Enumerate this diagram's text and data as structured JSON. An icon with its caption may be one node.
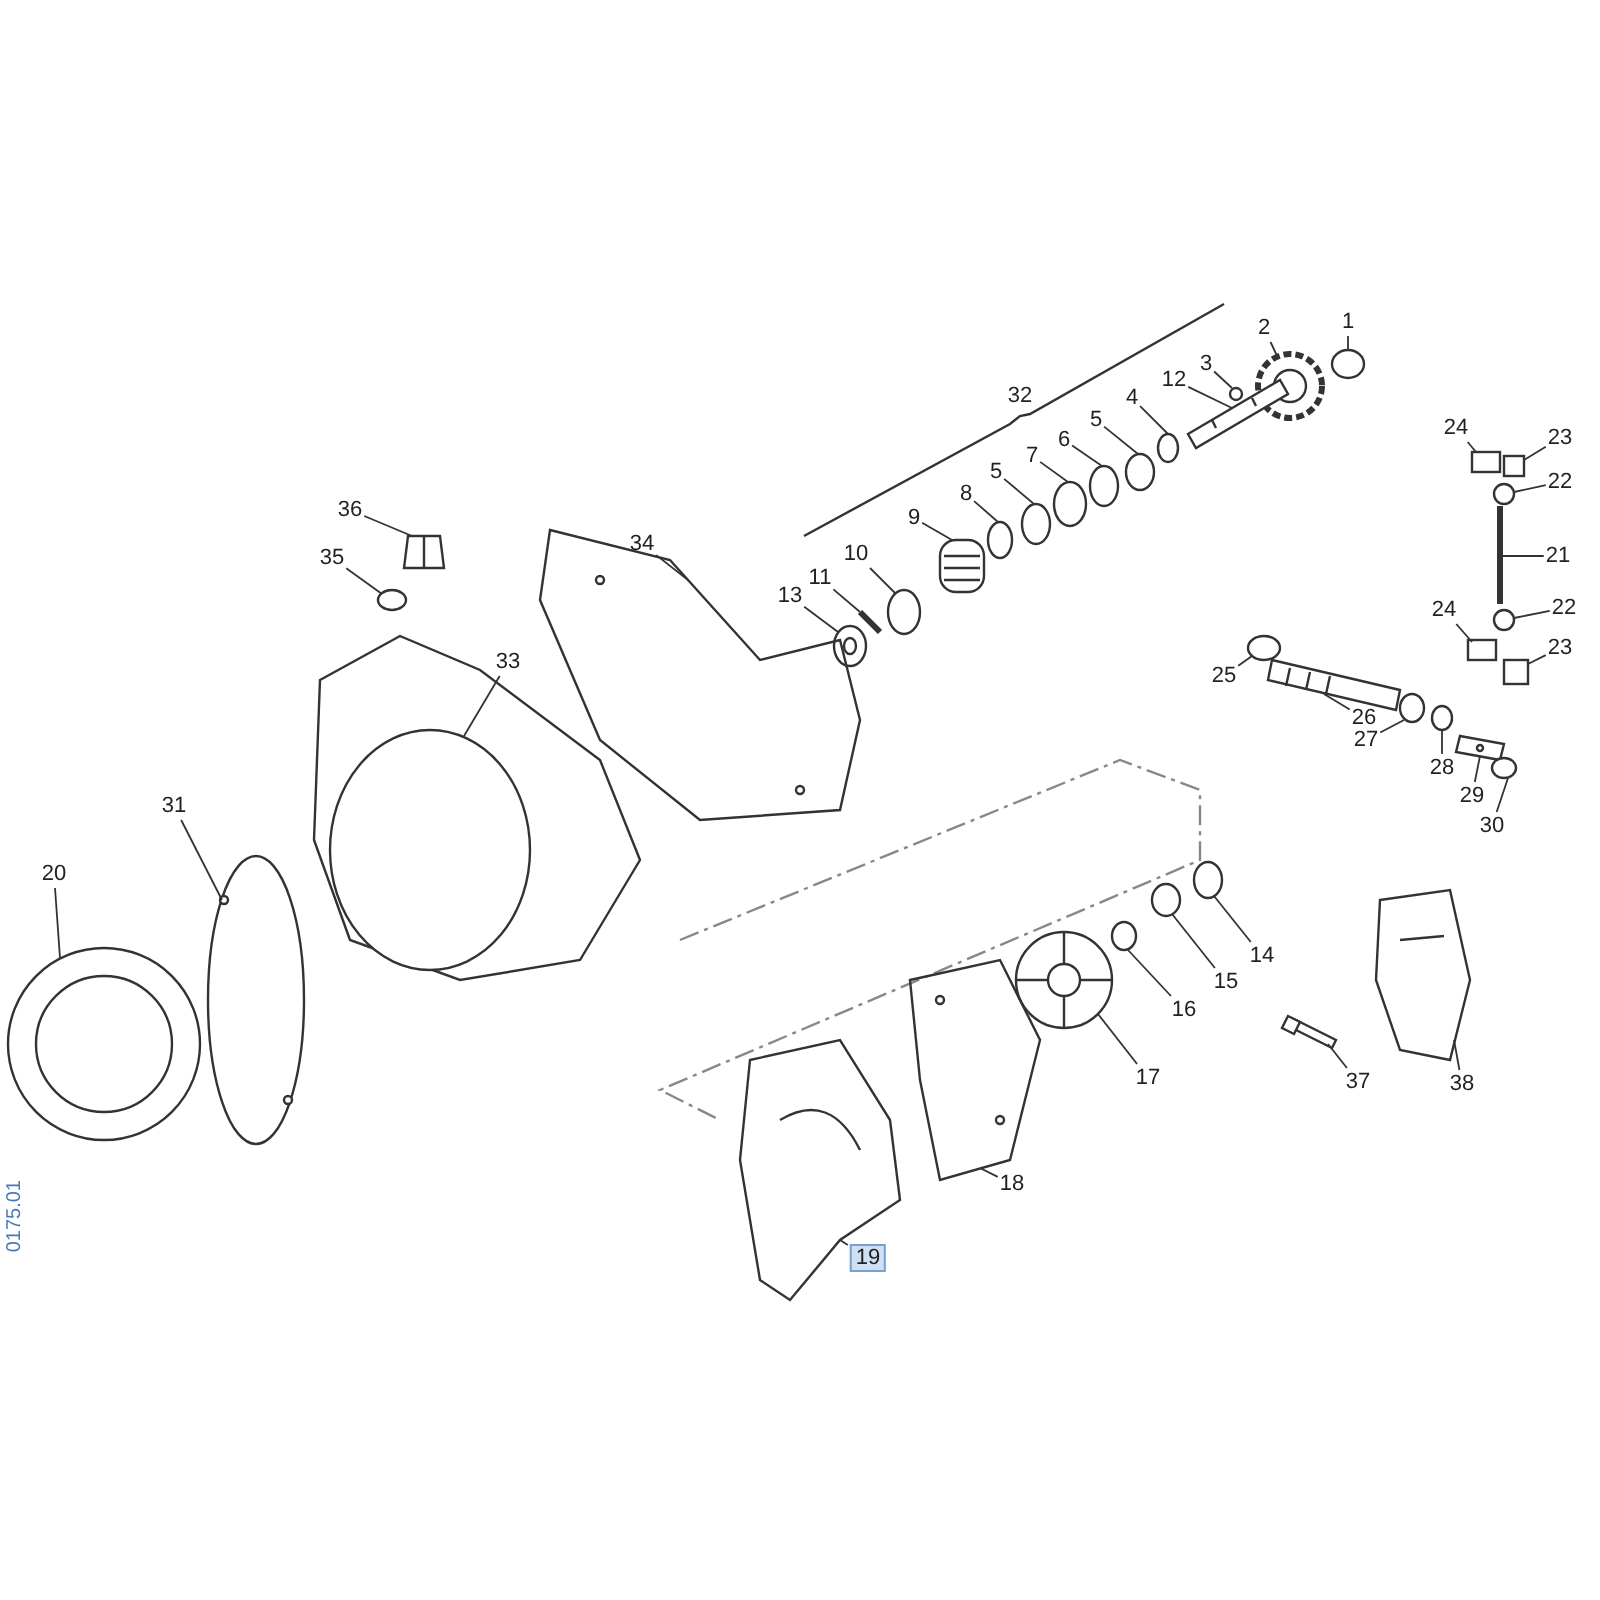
{
  "diagram": {
    "nodes": [
      {
        "text": [
          "1"
        ]
      },
      {
        "text": [
          "2"
        ]
      },
      {
        "text": [
          "3"
        ]
      },
      {
        "text": [
          "12"
        ]
      },
      {
        "text": [
          "4"
        ]
      },
      {
        "text": [
          "5"
        ]
      },
      {
        "text": [
          "6"
        ]
      },
      {
        "text": [
          "7"
        ]
      },
      {
        "text": [
          "5"
        ]
      },
      {
        "text": [
          "8"
        ]
      },
      {
        "text": [
          "9"
        ]
      },
      {
        "text": [
          "10"
        ]
      },
      {
        "text": [
          "11"
        ]
      },
      {
        "text": [
          "13"
        ]
      },
      {
        "text": [
          "24"
        ]
      },
      {
        "text": [
          "23"
        ]
      },
      {
        "text": [
          "22"
        ]
      },
      {
        "text": [
          "21"
        ]
      },
      {
        "text": [
          "36"
        ]
      },
      {
        "text": [
          "34"
        ]
      },
      {
        "text": [
          "35"
        ]
      },
      {
        "text": [
          "22"
        ]
      },
      {
        "text": [
          "24"
        ]
      },
      {
        "text": [
          "23"
        ]
      },
      {
        "text": [
          "33"
        ]
      },
      {
        "text": [
          "25"
        ]
      },
      {
        "text": [
          "26"
        ]
      },
      {
        "text": [
          "27"
        ]
      },
      {
        "text": [
          "28"
        ]
      },
      {
        "text": [
          "29"
        ]
      },
      {
        "text": [
          "31"
        ]
      },
      {
        "text": [
          "30"
        ]
      },
      {
        "text": [
          "20"
        ]
      },
      {
        "text": [
          "14"
        ]
      },
      {
        "text": [
          "15"
        ]
      },
      {
        "text": [
          "16"
        ]
      },
      {
        "text": [
          "17"
        ]
      },
      {
        "text": [
          "37"
        ]
      },
      {
        "text": [
          "38"
        ]
      },
      {
        "text": [
          "18"
        ]
      },
      {
        "text": [
          "19"
        ]
      },
      {
        "text": [],
        "shape": "circle"
      },
      {
        "text": [],
        "shape": "picture"
      },
      {
        "text": [],
        "shape": "circle"
      },
      {
        "text": [],
        "shape": "picture"
      },
      {
        "text": [],
        "shape": "circle"
      },
      {
        "text": [],
        "shape": "circle"
      },
      {
        "text": [],
        "shape": "circle"
      },
      {
        "text": [],
        "shape": "circle"
      },
      {
        "text": [],
        "shape": "circle"
      },
      {
        "text": [],
        "shape": "circle"
      },
      {
        "text": [],
        "shape": "picture"
      },
      {
        "text": [],
        "shape": "circle"
      },
      {
        "text": [],
        "shape": "bar"
      },
      {
        "text": [],
        "shape": "picture"
      },
      {
        "text": [],
        "shape": "box"
      },
      {
        "text": [],
        "shape": "box"
      },
      {
        "text": [],
        "shape": "circle"
      },
      {
        "text": [],
        "shape": "bar"
      },
      {
        "text": [],
        "shape": "picture"
      },
      {
        "text": [],
        "shape": "picture"
      },
      {
        "text": [],
        "shape": "circle"
      },
      {
        "text": [],
        "shape": "circle"
      },
      {
        "text": [],
        "shape": "box"
      },
      {
        "text": [],
        "shape": "box"
      },
      {
        "text": [],
        "shape": "picture"
      },
      {
        "text": [],
        "shape": "circle"
      },
      {
        "text": [],
        "shape": "picture"
      },
      {
        "text": [],
        "shape": "circle"
      },
      {
        "text": [],
        "shape": "circle"
      },
      {
        "text": [],
        "shape": "picture"
      },
      {
        "text": [],
        "shape": "picture"
      },
      {
        "text": [],
        "shape": "circle"
      },
      {
        "text": [],
        "shape": "picture"
      },
      {
        "text": [],
        "shape": "circle"
      },
      {
        "text": [],
        "shape": "circle"
      },
      {
        "text": [],
        "shape": "circle"
      },
      {
        "text": [],
        "shape": "picture"
      },
      {
        "text": [],
        "shape": "picture"
      },
      {
        "text": [],
        "shape": "picture"
      },
      {
        "text": [],
        "shape": "picture"
      },
      {
        "text": [],
        "shape": "picture"
      }
    ],
    "edges": [
      {
        "from": 0,
        "to": 41,
        "arrow": "none"
      },
      {
        "from": 1,
        "to": 42,
        "arrow": "none"
      },
      {
        "from": 2,
        "to": 43,
        "arrow": "none"
      },
      {
        "from": 3,
        "to": 44,
        "arrow": "none"
      },
      {
        "from": 4,
        "to": 45,
        "arrow": "none"
      },
      {
        "from": 5,
        "to": 46,
        "arrow": "none"
      },
      {
        "from": 6,
        "to": 47,
        "arrow": "none"
      },
      {
        "from": 7,
        "to": 48,
        "arrow": "none"
      },
      {
        "from": 8,
        "to": 49,
        "arrow": "none"
      },
      {
        "from": 9,
        "to": 50,
        "arrow": "none"
      },
      {
        "from": 10,
        "to": 51,
        "arrow": "none"
      },
      {
        "from": 11,
        "to": 52,
        "arrow": "none"
      },
      {
        "from": 12,
        "to": 53,
        "arrow": "none"
      },
      {
        "from": 13,
        "to": 54,
        "arrow": "none"
      },
      {
        "from": 14,
        "to": 55,
        "arrow": "none"
      },
      {
        "from": 15,
        "to": 56,
        "arrow": "none"
      },
      {
        "from": 16,
        "to": 57,
        "arrow": "none"
      },
      {
        "from": 17,
        "to": 58,
        "arrow": "none"
      },
      {
        "from": 18,
        "to": 59,
        "arrow": "none"
      },
      {
        "from": 19,
        "to": 60,
        "arrow": "none"
      },
      {
        "from": 20,
        "to": 61,
        "arrow": "none"
      },
      {
        "from": 21,
        "to": 62,
        "arrow": "none"
      },
      {
        "from": 22,
        "to": 63,
        "arrow": "none"
      },
      {
        "from": 23,
        "to": 64,
        "arrow": "none"
      },
      {
        "from": 24,
        "to": 65,
        "arrow": "none"
      },
      {
        "from": 25,
        "to": 66,
        "arrow": "none"
      },
      {
        "from": 26,
        "to": 67,
        "arrow": "none"
      },
      {
        "from": 27,
        "to": 68,
        "arrow": "none"
      },
      {
        "from": 28,
        "to": 69,
        "arrow": "none"
      },
      {
        "from": 29,
        "to": 70,
        "arrow": "none"
      },
      {
        "from": 30,
        "to": 71,
        "arrow": "none"
      },
      {
        "from": 31,
        "to": 72,
        "arrow": "none"
      },
      {
        "from": 32,
        "to": 73,
        "arrow": "none"
      },
      {
        "from": 33,
        "to": 74,
        "arrow": "none"
      },
      {
        "from": 34,
        "to": 75,
        "arrow": "none"
      },
      {
        "from": 35,
        "to": 76,
        "arrow": "none"
      },
      {
        "from": 36,
        "to": 77,
        "arrow": "none"
      },
      {
        "from": 37,
        "to": 78,
        "arrow": "none"
      },
      {
        "from": 38,
        "to": 79,
        "arrow": "none"
      },
      {
        "from": 39,
        "to": 80,
        "arrow": "none"
      },
      {
        "from": 40,
        "to": 81,
        "arrow": "none"
      }
    ],
    "labels": [
      "32",
      "0175.01"
    ]
  }
}
